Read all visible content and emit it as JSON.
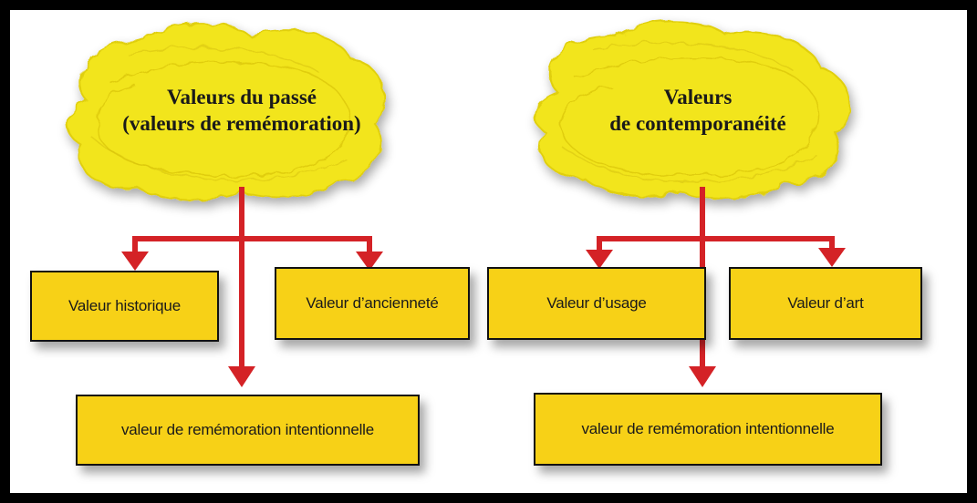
{
  "colors": {
    "cloud": "#f2e51c",
    "box_fill": "#f7d117",
    "arrow": "#d42226",
    "frame": "#000000"
  },
  "clouds": {
    "left": {
      "line1": "Valeurs du passé",
      "line2": "(valeurs de remémoration)"
    },
    "right": {
      "line1": "Valeurs",
      "line2": "de contemporanéité"
    }
  },
  "boxes": {
    "left_top_left": "Valeur historique",
    "left_top_right": "Valeur d’ancienneté",
    "left_bottom": "valeur de remémoration intentionnelle",
    "right_top_left": "Valeur d’usage",
    "right_top_right": "Valeur d’art",
    "right_bottom": "valeur de remémoration intentionnelle"
  }
}
